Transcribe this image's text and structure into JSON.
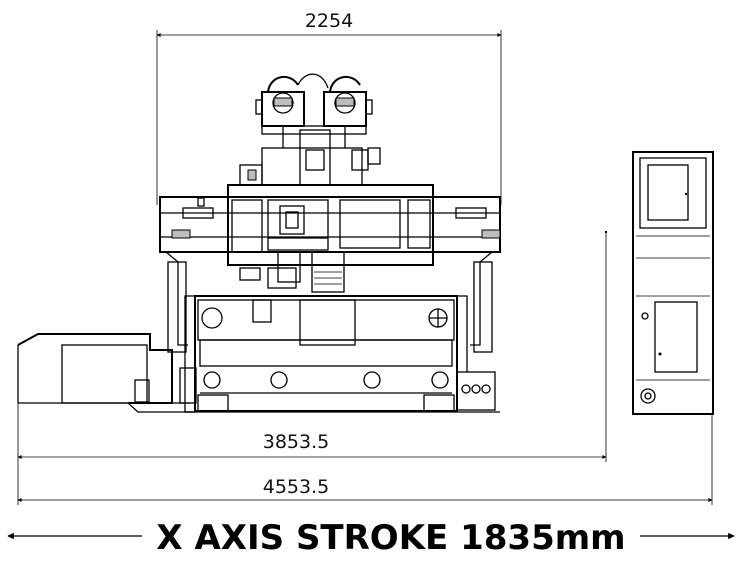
{
  "dimensions": {
    "top_width": "2254",
    "middle_width": "3853.5",
    "bottom_width": "4553.5"
  },
  "caption": "X AXIS STROKE 1835mm",
  "colors": {
    "line": "#000000",
    "background": "#ffffff",
    "shade": "#bdbdbd"
  }
}
